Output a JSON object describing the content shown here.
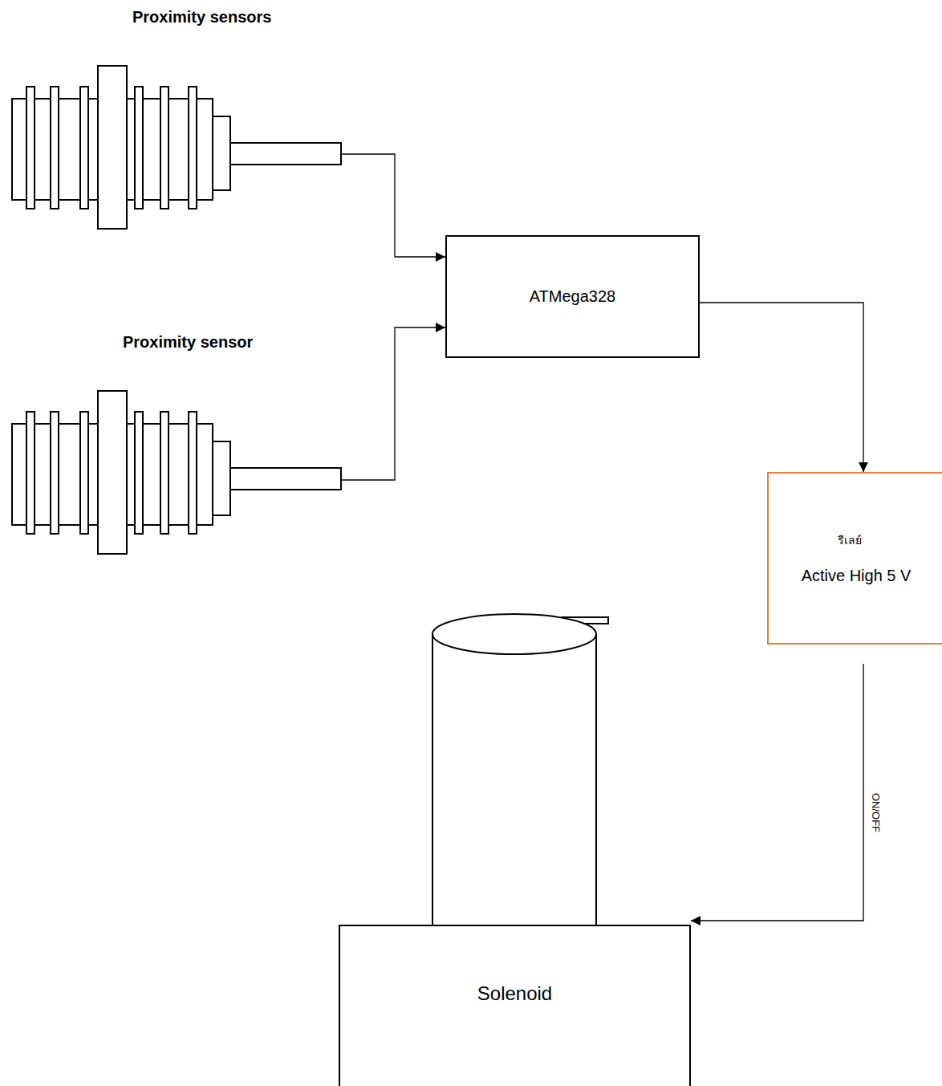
{
  "diagram": {
    "nodes": [
      {
        "text": [
          "Proximity sensors"
        ]
      },
      {
        "text": [
          "ATMega328"
        ]
      },
      {
        "text": [
          "Proximity sensor"
        ]
      },
      {
        "text": [
          "รีเลย์",
          "Active High 5 V"
        ]
      },
      {
        "text": [
          "Solenoid"
        ]
      }
    ],
    "edges": [
      {
        "from": 0,
        "to": 1,
        "arrow": "to"
      },
      {
        "from": 2,
        "to": 1,
        "arrow": "to"
      },
      {
        "from": 1,
        "to": 3,
        "arrow": "to"
      },
      {
        "from": 3,
        "to": 4,
        "label": "ON/OFF",
        "arrow": "to"
      }
    ]
  }
}
